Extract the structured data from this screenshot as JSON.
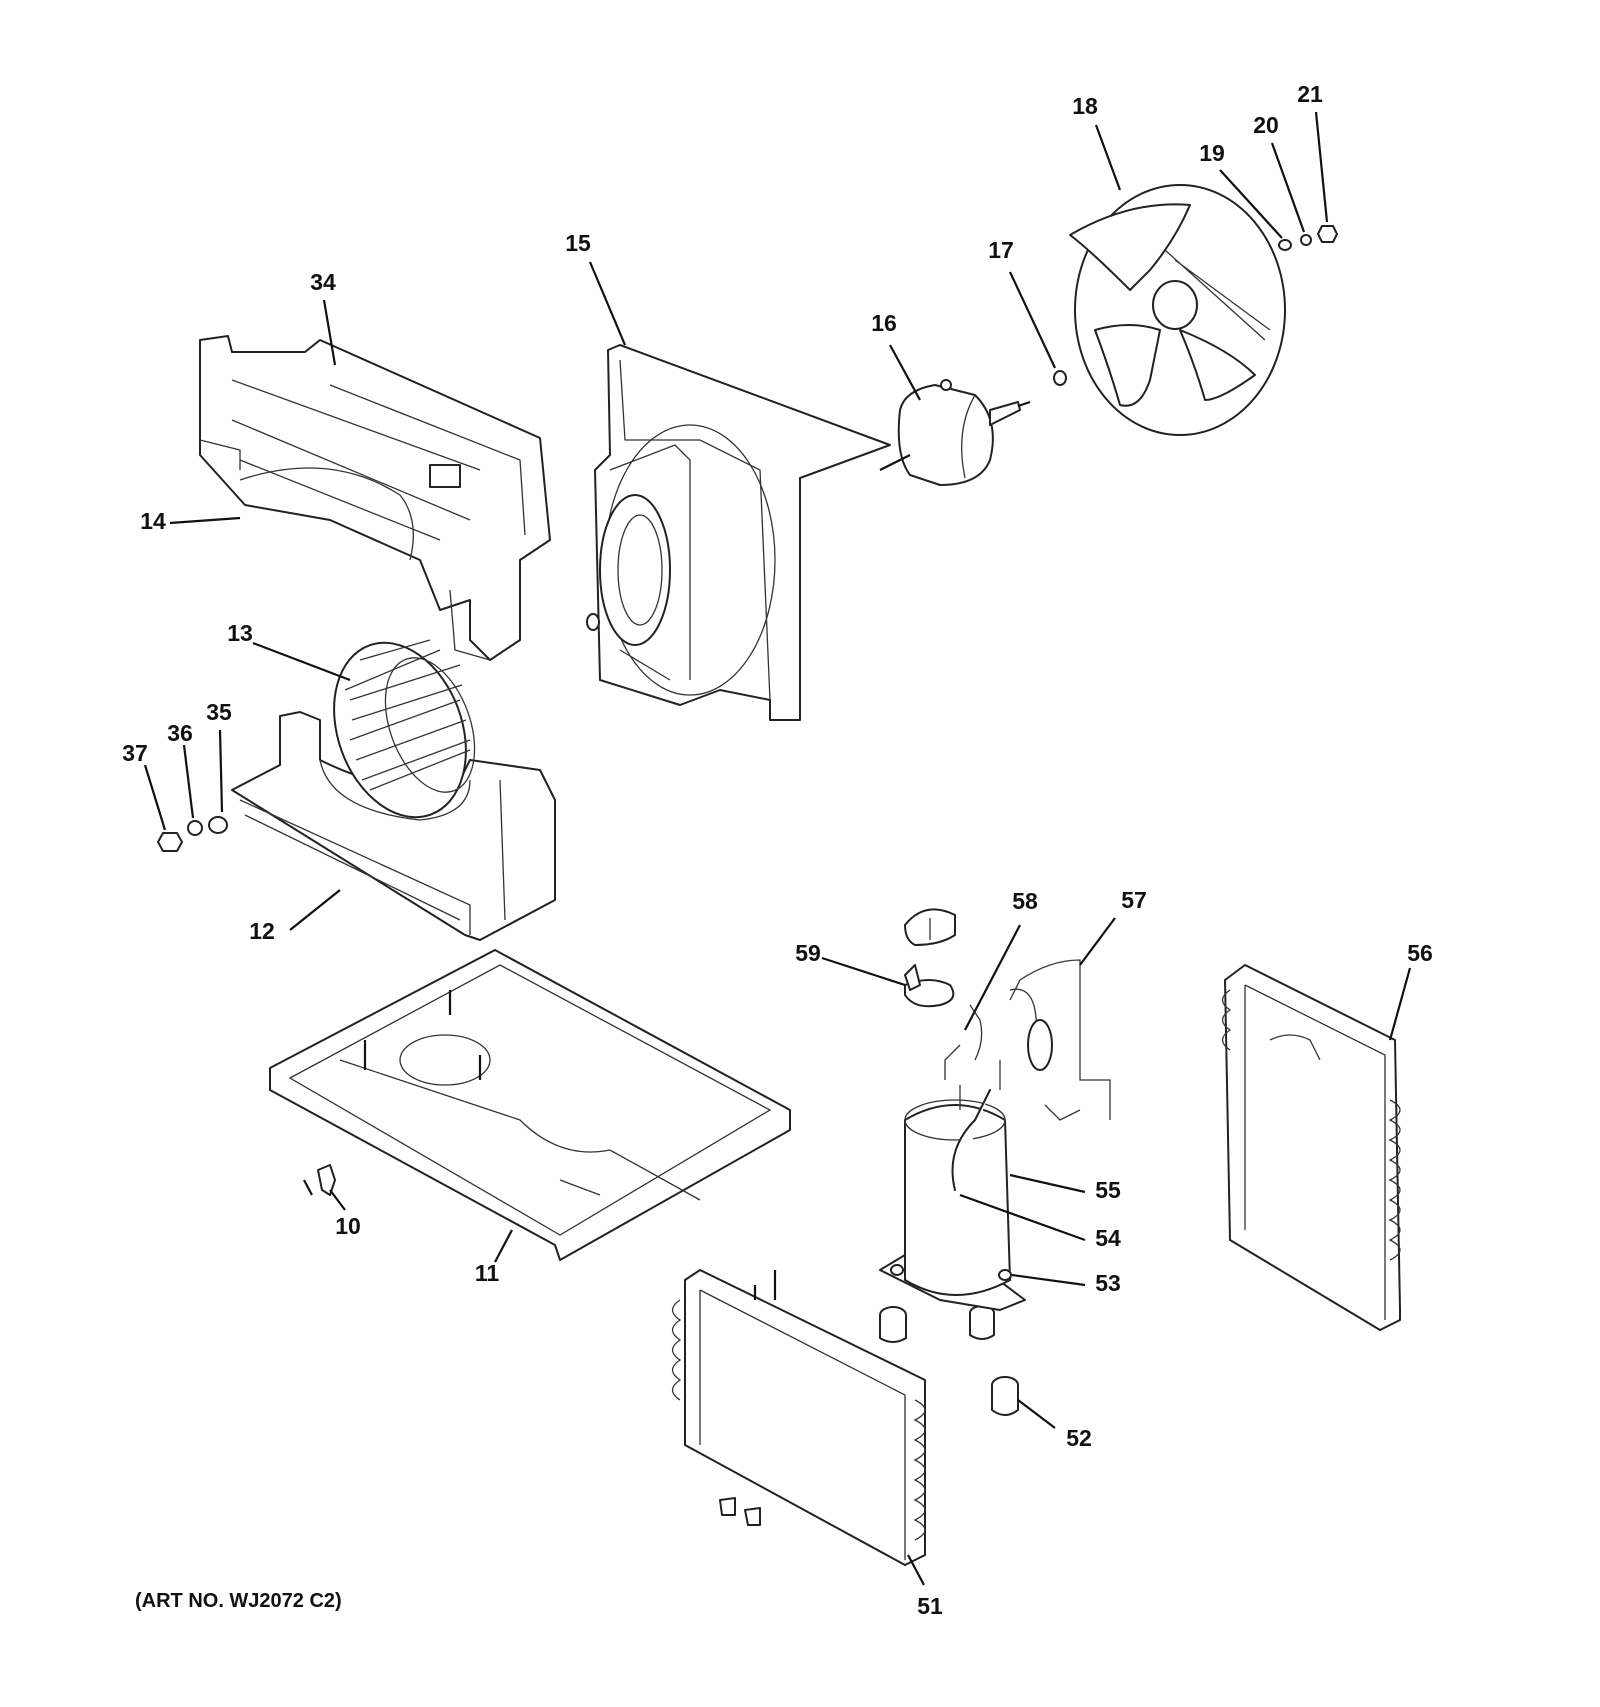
{
  "diagram": {
    "caption": "(ART NO. WJ2072 C2)",
    "callouts": [
      {
        "id": "c10",
        "label": "10"
      },
      {
        "id": "c11",
        "label": "11"
      },
      {
        "id": "c12",
        "label": "12"
      },
      {
        "id": "c13",
        "label": "13"
      },
      {
        "id": "c14",
        "label": "14"
      },
      {
        "id": "c15",
        "label": "15"
      },
      {
        "id": "c16",
        "label": "16"
      },
      {
        "id": "c17",
        "label": "17"
      },
      {
        "id": "c18",
        "label": "18"
      },
      {
        "id": "c19",
        "label": "19"
      },
      {
        "id": "c20",
        "label": "20"
      },
      {
        "id": "c21",
        "label": "21"
      },
      {
        "id": "c34",
        "label": "34"
      },
      {
        "id": "c35",
        "label": "35"
      },
      {
        "id": "c36",
        "label": "36"
      },
      {
        "id": "c37",
        "label": "37"
      },
      {
        "id": "c51",
        "label": "51"
      },
      {
        "id": "c52",
        "label": "52"
      },
      {
        "id": "c53",
        "label": "53"
      },
      {
        "id": "c54",
        "label": "54"
      },
      {
        "id": "c55",
        "label": "55"
      },
      {
        "id": "c56",
        "label": "56"
      },
      {
        "id": "c57",
        "label": "57"
      },
      {
        "id": "c58",
        "label": "58"
      },
      {
        "id": "c59",
        "label": "59"
      }
    ]
  }
}
